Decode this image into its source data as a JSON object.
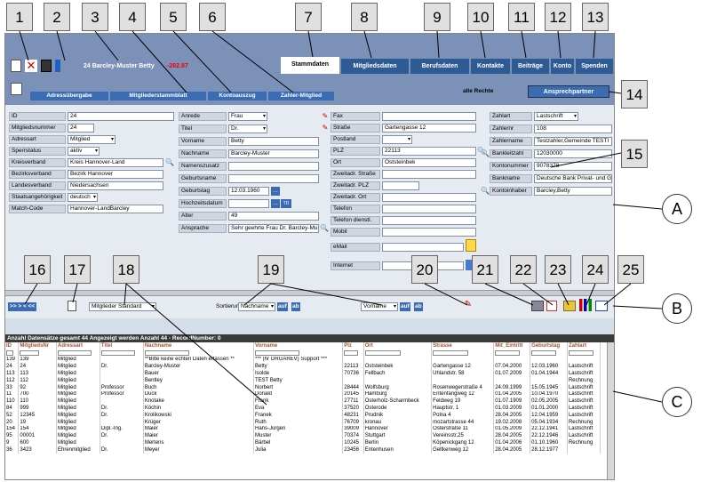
{
  "callouts": [
    "1",
    "2",
    "3",
    "4",
    "5",
    "6",
    "7",
    "8",
    "9",
    "10",
    "11",
    "12",
    "13",
    "14",
    "15",
    "16",
    "17",
    "18",
    "19",
    "20",
    "21",
    "22",
    "23",
    "24",
    "25"
  ],
  "circles": [
    "A",
    "B",
    "C"
  ],
  "header": {
    "record_title": "24 Barcley-Muster Betty",
    "balance": "-262.87",
    "rights": "alle Rechte",
    "contact_btn": "Ansprechpartner"
  },
  "tabs": [
    "Stammdaten",
    "Mitgliedsdaten",
    "Berufsdaten",
    "Kontakte",
    "Beiträge",
    "Konto",
    "Spenden"
  ],
  "links": [
    "Adressübergabe",
    "Mitgliederstammblatt",
    "Kontoauszug",
    "Zahler-Mitglied"
  ],
  "col1": [
    {
      "label": "ID",
      "value": "24"
    },
    {
      "label": "Mitgliedsnummer",
      "value": "24"
    },
    {
      "label": "Adressart",
      "value": "Mitglied"
    },
    {
      "label": "Sperrstatus",
      "value": "aktiv"
    },
    {
      "label": "Kreisverband",
      "value": "Kreis Hannover-Land"
    },
    {
      "label": "Bezirksverband",
      "value": "Bezirk Hannover"
    },
    {
      "label": "Landesverband",
      "value": "Niedersachsen"
    },
    {
      "label": "Staatsangehörigkeit",
      "value": "deutsch"
    },
    {
      "label": "Match-Code",
      "value": "Hannover-LandBarcley"
    }
  ],
  "col2": [
    {
      "label": "Anrede",
      "value": "Frau"
    },
    {
      "label": "Titel",
      "value": "Dr."
    },
    {
      "label": "Vorname",
      "value": "Betty"
    },
    {
      "label": "Nachname",
      "value": "Barcley-Muster"
    },
    {
      "label": "Namenszusatz",
      "value": ""
    },
    {
      "label": "Geburtsname",
      "value": ""
    },
    {
      "label": "Geburtstag",
      "value": "12.03.1960"
    },
    {
      "label": "Hochzeitsdatum",
      "value": ""
    },
    {
      "label": "Alter",
      "value": "49"
    },
    {
      "label": "Ansprache",
      "value": "Sehr geehrte Frau Dr. Barcley-Mu"
    }
  ],
  "col3": [
    {
      "label": "Fax",
      "value": ""
    },
    {
      "label": "Straße",
      "value": "Gartengasse 12"
    },
    {
      "label": "Postland",
      "value": ""
    },
    {
      "label": "PLZ",
      "value": "22113"
    },
    {
      "label": "Ort",
      "value": "Oststeinbek"
    },
    {
      "label": "Zweitadr. Straße",
      "value": ""
    },
    {
      "label": "Zweitadr. PLZ",
      "value": ""
    },
    {
      "label": "Zweitadr. Ort",
      "value": ""
    },
    {
      "label": "Telefon",
      "value": ""
    },
    {
      "label": "Telefon dienstl.",
      "value": ""
    },
    {
      "label": "Mobil",
      "value": ""
    },
    {
      "label": "eMail",
      "value": ""
    },
    {
      "label": "Internet",
      "value": ""
    }
  ],
  "col4": [
    {
      "label": "Zahlart",
      "value": "Lastschrift"
    },
    {
      "label": "Zahlernr",
      "value": "108"
    },
    {
      "label": "Zahlername",
      "value": "Testzahler,Gemeinde TESTI"
    },
    {
      "label": "Bankleitzahl",
      "value": "12030000"
    },
    {
      "label": "Kontonummer",
      "value": "9078378"
    },
    {
      "label": "Bankname",
      "value": "Deutsche Bank Privat- und G"
    },
    {
      "label": "Kontoinhaber",
      "value": "Barcley,Betty"
    }
  ],
  "toolbar": {
    "nav": ">> > < <<",
    "filter": "Mitglieder Standard",
    "sort_label": "Sortierung",
    "sort1": "Nachname",
    "sort2": "Vorname",
    "asc": "auf",
    "desc": "ab"
  },
  "table": {
    "summary": "Anzahl Datensätze gesamt 44 Angezeigt werden Anzahl 44 - RecordNumber: 0",
    "headers": [
      "ID",
      "MitgliedsNr",
      "Adressart",
      "Titel",
      "Nachname",
      "Vorname",
      "Plz",
      "Ort",
      "Strasse",
      "Mit_Eintritt",
      "Geburtstag",
      "Zahlart"
    ],
    "rows": [
      [
        "139",
        "139",
        "Mitglied",
        "",
        "**Bitte keine echten Daten erfassen **",
        "*** (hr ORGAREV) Support ***",
        "",
        "",
        "",
        "",
        "",
        ""
      ],
      [
        "24",
        "24",
        "Mitglied",
        "Dr.",
        "Barcley-Muster",
        "Betty",
        "22113",
        "Oststeinbek",
        "Gartengasse 12",
        "07.04.2000",
        "12.03.1960",
        "Lastschrift"
      ],
      [
        "113",
        "113",
        "Mitglied",
        "",
        "Bauer",
        "Isolde",
        "70736",
        "Fellbach",
        "Uhlandstr. 58",
        "01.07.2009",
        "01.04.1944",
        "Lastschrift"
      ],
      [
        "112",
        "112",
        "Mitglied",
        "",
        "Bentley",
        "TEST Betty",
        "",
        "",
        "",
        "",
        "",
        "Rechnung"
      ],
      [
        "33",
        "92",
        "Mitglied",
        "Professor",
        "Buch",
        "Norbert",
        "28444",
        "Wolfsburg",
        "Rosenwegerstraße 4",
        "24.09.1999",
        "15.05.1945",
        "Lastschrift"
      ],
      [
        "11",
        "700",
        "Mitglied",
        "Professor",
        "Duck",
        "Donald",
        "20145",
        "Hamburg",
        "Entenfangweg 12",
        "01.04.2005",
        "10.04.1970",
        "Lastschrift"
      ],
      [
        "110",
        "110",
        "Mitglied",
        "",
        "Knotake",
        "Frank",
        "27711",
        "Osterholz-Scharmbeck",
        "Feldweg 19",
        "01.07.1909",
        "02.05.2005",
        "Lastschrift"
      ],
      [
        "84",
        "999",
        "Mitglied",
        "Dr.",
        "Köchin",
        "Eva",
        "37520",
        "Osterode",
        "Hauptstr. 1",
        "01.03.2009",
        "01.01.2000",
        "Lastschrift"
      ],
      [
        "52",
        "12345",
        "Mitglied",
        "Dr.",
        "Krolikowski",
        "Franek",
        "48231",
        "Prudnik",
        "Polna 4",
        "28.04.2005",
        "12.04.1959",
        "Lastschrift"
      ],
      [
        "20",
        "19",
        "Mitglied",
        "",
        "Krüger",
        "Ruth",
        "76709",
        "kronau",
        "mozartstrasse 44",
        "19.02.2008",
        "05.04.1934",
        "Rechnung"
      ],
      [
        "154",
        "154",
        "Mitglied",
        "Dipl.-Ing.",
        "Maier",
        "Hans-Jürgen",
        "39009",
        "Hannover",
        "Osterstraße 11",
        "01.05.2009",
        "22.12.1941",
        "Lastschrift"
      ],
      [
        "95",
        "00001",
        "Mitglied",
        "Dr.",
        "Maier",
        "Muster",
        "70374",
        "Stuttgart",
        "Vereinsstr.25",
        "28.04.2005",
        "22.12.1946",
        "Lastschrift"
      ],
      [
        "9",
        "600",
        "Mitglied",
        "",
        "Mertens",
        "Bärbel",
        "10245",
        "Berlin",
        "Köpenickgang 12",
        "01.04.2006",
        "01.10.1960",
        "Rechnung"
      ],
      [
        "36",
        "3423",
        "Ehrenmitglied",
        "Dr.",
        "Meyer",
        "Julia",
        "23456",
        "Entenhusen",
        "Geltkenweg 12",
        "28.04.2005",
        "28.12.1977",
        ""
      ]
    ]
  }
}
